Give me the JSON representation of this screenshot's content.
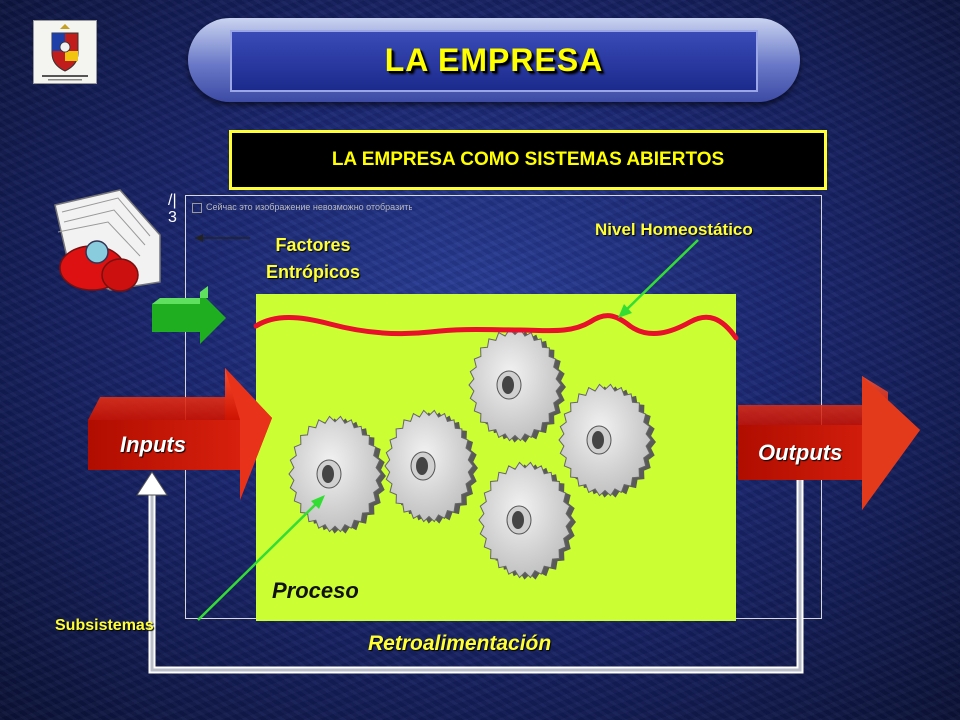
{
  "title": "LA EMPRESA",
  "subtitle": "LA EMPRESA COMO SISTEMAS ABIERTOS",
  "broken_image_text": "Сейчас это изображение невозможно отобразить.",
  "labels": {
    "factores": "Factores",
    "entropicos": "Entrópicos",
    "nivel_homeostatico": "Nivel Homeostático",
    "inputs": "Inputs",
    "outputs": "Outputs",
    "proceso": "Proceso",
    "subsistemas": "Subsistemas",
    "retroalimentacion": "Retroalimentación"
  },
  "colors": {
    "title_text": "#ffff00",
    "process_box": "#ccff33",
    "wave": "#e8102a",
    "pointer": "#33dd33",
    "arrow_red": "#cc1100",
    "arrow_green": "#22bb22"
  },
  "icons": [
    "university-crest-icon",
    "entropy-clipart-icon",
    "gear-icon"
  ]
}
